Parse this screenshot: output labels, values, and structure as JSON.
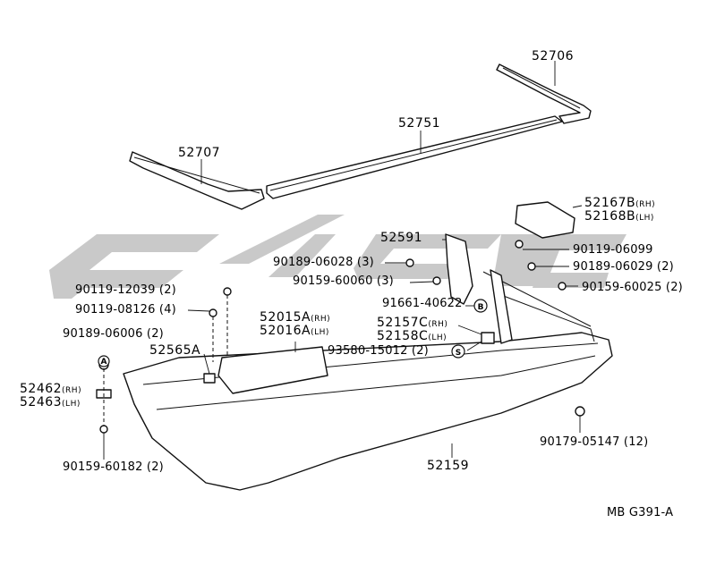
{
  "diagram": {
    "reference_code": "MB G391-A",
    "parts": {
      "p52706": "52706",
      "p52751": "52751",
      "p52707": "52707",
      "p52167b": "52167B",
      "p52167b_side": "(RH)",
      "p52168b": "52168B",
      "p52168b_side": "(LH)",
      "p52591": "52591",
      "p90119_06099": "90119-06099",
      "p90189_06028": "90189-06028 (3)",
      "p90189_06029": "90189-06029 (2)",
      "p90159_60060": "90159-60060 (3)",
      "p90159_60025": "90159-60025 (2)",
      "p90119_12039": "90119-12039 (2)",
      "p90119_08126": "90119-08126 (4)",
      "p52015a": "52015A",
      "p52015a_side": "(RH)",
      "p52016a": "52016A",
      "p52016a_side": "(LH)",
      "p91661_40622": "91661-40622",
      "p52157c": "52157C",
      "p52157c_side": "(RH)",
      "p52158c": "52158C",
      "p52158c_side": "(LH)",
      "p90189_06006": "90189-06006 (2)",
      "p52565a": "52565A",
      "p93580_15012": "93580-15012 (2)",
      "p52462": "52462",
      "p52462_side": "(RH)",
      "p52463": "52463",
      "p52463_side": "(LH)",
      "p90159_60182": "90159-60182 (2)",
      "p90179_05147": "90179-05147 (12)",
      "p52159": "52159"
    },
    "callouts": {
      "b": "B",
      "s": "S",
      "a": "A"
    }
  }
}
